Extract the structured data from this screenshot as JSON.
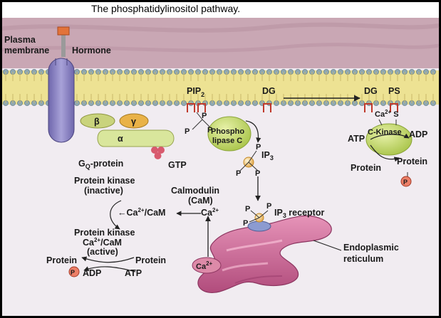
{
  "title": "The phosphatidylinositol pathway.",
  "labels": {
    "plasma": "Plasma",
    "membrane": "membrane",
    "hormone": "Hormone",
    "pip": "PIP",
    "pip_sub": "2",
    "dg_left": "DG",
    "dg_right": "DG",
    "ps": "PS",
    "beta": "β",
    "gamma": "γ",
    "alpha": "α",
    "gq_g": "G",
    "gq_sub": "Q",
    "gq_rest": "-protein",
    "gtp": "GTP",
    "phospho": "Phospho",
    "lipase": "lipase C",
    "ip3": "IP",
    "ip3_sub": "3",
    "ip3_receptor": "IP",
    "ip3_receptor_sub": "3",
    "ip3_receptor_rest": " receptor",
    "p": "P",
    "ca2s": "Ca",
    "ca2s_sup": "2+",
    "ca2s_rest": " S",
    "ckinase": "C-Kinase",
    "atp_right": "ATP",
    "adp_right": "ADP",
    "protein_r1": "Protein",
    "protein_r2": "Protein",
    "pk_inactive_1": "Protein kinase",
    "pk_inactive_2": "(inactive)",
    "ca_cam_mid": "←Ca",
    "ca_cam_mid_sup": "2+",
    "ca_cam_mid_rest": "/CaM",
    "arrow_left": "←",
    "calmodulin": "Calmodulin",
    "cam": "(CaM)",
    "ca2_cal": "Ca",
    "ca2_cal_sup": "2+",
    "pk_active_1": "Protein kinase",
    "pk_active_2": "Ca",
    "pk_active_2_sup": "2+",
    "pk_active_2_rest": "/CaM",
    "pk_active_3": "(active)",
    "protein_l1": "Protein",
    "protein_l2": "Protein",
    "adp_left": "ADP",
    "atp_left": "ATP",
    "er_1": "Endoplasmic",
    "er_2": "reticulum",
    "ca2_er": "Ca",
    "ca2_er_sup": "2+"
  },
  "colors": {
    "cytoplasm": "#f1ecf1",
    "extracellular": "#c7a6b3",
    "membrane_core": "#ecdf8e",
    "lipid_head": "#8fa8b2",
    "receptor": "#8e87c6",
    "hormone": "#e2733a",
    "g_beta": "#cbd47c",
    "g_gamma": "#e9b248",
    "g_alpha": "#d8e59b",
    "plc": "#c9dd6a",
    "phosphate": "#f0c56d",
    "er": "#cf6f99",
    "ca_bubble": "#dd8aa8",
    "p_circle": "#ec7f67",
    "gtp": "#d85a6e"
  }
}
